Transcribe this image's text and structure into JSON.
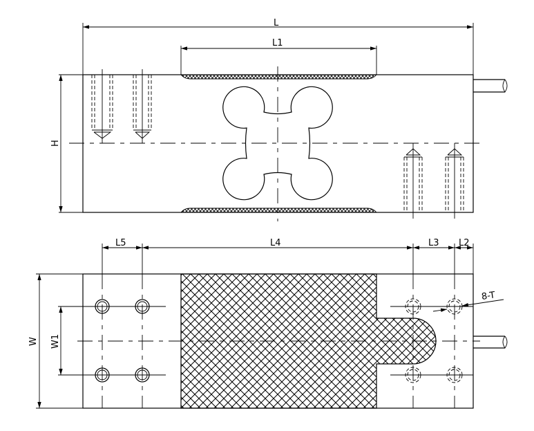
{
  "drawing": {
    "top_view": {
      "length_label": "L",
      "l1_label": "L1",
      "height_label": "H"
    },
    "bottom_view": {
      "l5_label": "L5",
      "l4_label": "L4",
      "l3_label": "L3",
      "l2_label": "L2",
      "width_label": "W",
      "w1_label": "W1",
      "thread_label": "8-T"
    }
  }
}
